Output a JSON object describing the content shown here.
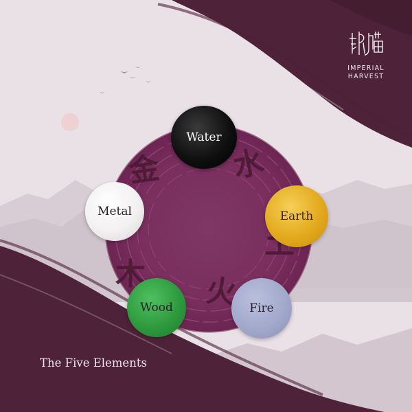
{
  "brand": {
    "logo_lines": [
      "IMPERIAL",
      "HARVEST"
    ]
  },
  "elements": [
    {
      "id": "water",
      "label": "Water",
      "glyph": "水",
      "color": "#000000"
    },
    {
      "id": "earth",
      "label": "Earth",
      "glyph": "土",
      "color": "#e3aa1e"
    },
    {
      "id": "fire",
      "label": "Fire",
      "glyph": "火",
      "color": "#a3a9cc"
    },
    {
      "id": "wood",
      "label": "Wood",
      "glyph": "木",
      "color": "#2e9a3e"
    },
    {
      "id": "metal",
      "label": "Metal",
      "glyph": "金",
      "color": "#f2f0f1"
    }
  ],
  "caption": "The Five Elements",
  "colors": {
    "background": "#e9e1e6",
    "brush_plum": "#4e2238",
    "circle_plum": "#7a2e5e",
    "glyph_ink": "#4b1a34"
  }
}
